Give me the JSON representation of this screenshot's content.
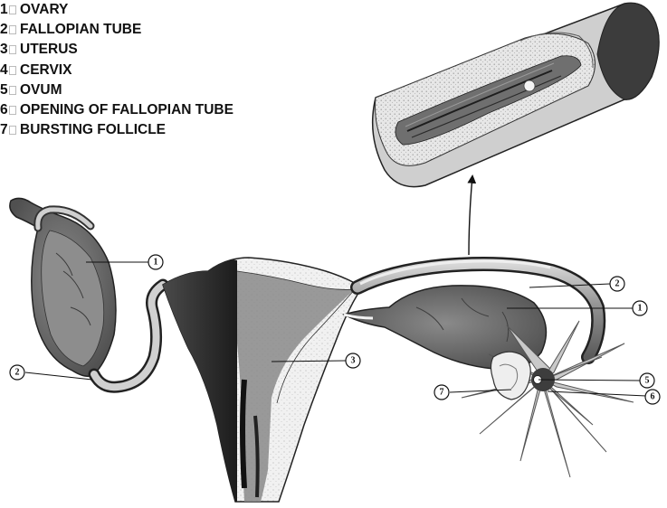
{
  "legend": {
    "items": [
      {
        "num": "1",
        "label": "OVARY"
      },
      {
        "num": "2",
        "label": "FALLOPIAN TUBE"
      },
      {
        "num": "3",
        "label": "UTERUS"
      },
      {
        "num": "4",
        "label": "CERVIX"
      },
      {
        "num": "5",
        "label": "OVUM"
      },
      {
        "num": "6",
        "label": "OPENING OF FALLOPIAN TUBE"
      },
      {
        "num": "7",
        "label": "BURSTING FOLLICLE"
      }
    ]
  },
  "callouts": {
    "left_ovary": "1",
    "left_tube": "2",
    "uterus": "3",
    "right_tube": "2",
    "right_ovary": "1",
    "ovum": "5",
    "tube_opening": "6",
    "follicle": "7"
  }
}
